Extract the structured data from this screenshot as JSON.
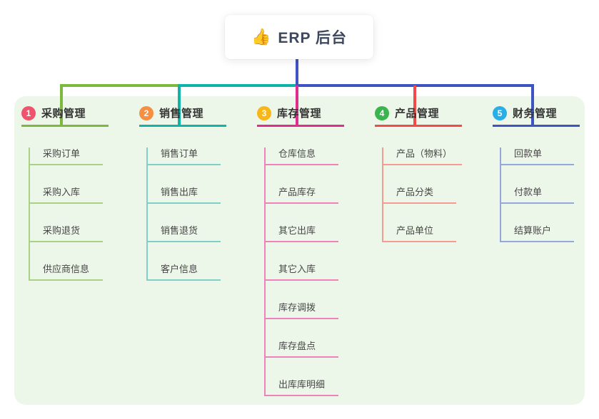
{
  "root": {
    "icon": "👍",
    "title": "ERP 后台"
  },
  "panel_bg": "#edf7e9",
  "root_connector_color": "#4253c5",
  "branches": [
    {
      "number": "1",
      "title": "采购管理",
      "badge_color": "#f0536b",
      "line_color": "#7db93f",
      "child_line_color": "#a9d383",
      "children": [
        "采购订单",
        "采购入库",
        "采购退货",
        "供应商信息"
      ]
    },
    {
      "number": "2",
      "title": "销售管理",
      "badge_color": "#f78f42",
      "line_color": "#10b3a8",
      "child_line_color": "#7fd0c9",
      "children": [
        "销售订单",
        "销售出库",
        "销售退货",
        "客户信息"
      ]
    },
    {
      "number": "3",
      "title": "库存管理",
      "badge_color": "#f8b718",
      "line_color": "#df2e8c",
      "child_line_color": "#ef82bd",
      "children": [
        "仓库信息",
        "产品库存",
        "其它出库",
        "其它入库",
        "库存调拨",
        "库存盘点",
        "出库库明细"
      ]
    },
    {
      "number": "4",
      "title": "产品管理",
      "badge_color": "#3ab54d",
      "line_color": "#f4494b",
      "child_line_color": "#f59b94",
      "children": [
        "产品（物料）",
        "产品分类",
        "产品单位"
      ]
    },
    {
      "number": "5",
      "title": "财务管理",
      "badge_color": "#29aee6",
      "line_color": "#3f54c3",
      "child_line_color": "#93a8dd",
      "children": [
        "回款单",
        "付款单",
        "结算账户"
      ]
    }
  ]
}
